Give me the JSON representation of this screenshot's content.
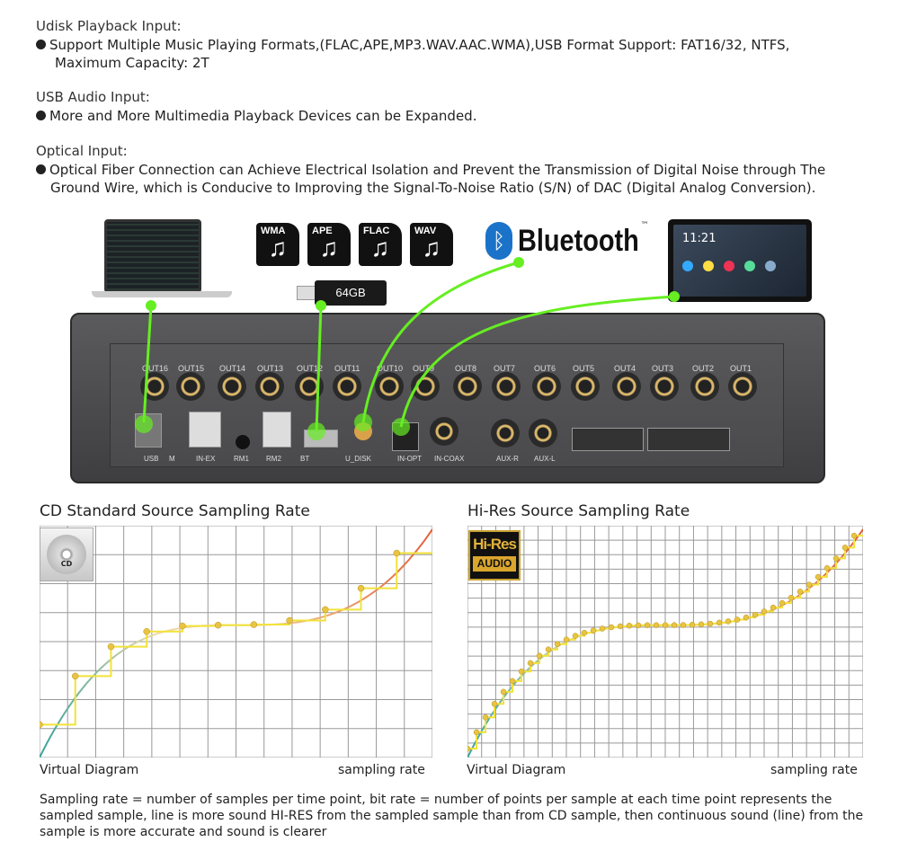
{
  "sections": [
    {
      "heading": "Udisk Playback Input:",
      "lines": [
        "Support Multiple Music Playing Formats,(FLAC,APE,MP3.WAV.AAC.WMA),USB Format Support: FAT16/32, NTFS,",
        "Maximum Capacity: 2T"
      ]
    },
    {
      "heading": "USB Audio Input:",
      "lines": [
        "More and More Multimedia Playback Devices can be Expanded."
      ]
    },
    {
      "heading": "Optical Input:",
      "lines": [
        "Optical Fiber Connection can Achieve Electrical Isolation and Prevent the Transmission of Digital Noise through The",
        "Ground Wire, which is Conducive to Improving the Signal-To-Noise Ratio (S/N) of DAC (Digital Analog Conversion)."
      ]
    }
  ],
  "devices": {
    "formats": [
      "WMA",
      "APE",
      "FLAC",
      "WAV"
    ],
    "usb_stick": "64GB",
    "bluetooth": "Bluetooth",
    "bluetooth_tm": "™",
    "head_unit_time": "11:21"
  },
  "amplifier": {
    "outputs": [
      "OUT16",
      "OUT15",
      "OUT14",
      "OUT13",
      "OUT12",
      "OUT11",
      "OUT10",
      "OUT9",
      "OUT8",
      "OUT7",
      "OUT6",
      "OUT5",
      "OUT4",
      "OUT3",
      "OUT2",
      "OUT1"
    ],
    "inputs": [
      "USB",
      "M",
      "IN-EX",
      "RM1",
      "RM2",
      "BT",
      "U_DISK",
      "IN-OPT",
      "IN-COAX",
      "AUX-R",
      "AUX-L"
    ]
  },
  "charts": [
    {
      "title": "CD Standard Source Sampling Rate",
      "badge": "CD",
      "left_caption": "Virtual Diagram",
      "right_caption": "sampling rate",
      "samples": 11,
      "cols": 14,
      "rows": 8
    },
    {
      "title": "Hi-Res Source Sampling Rate",
      "badge_top": "Hi-Res",
      "badge_bottom": "AUDIO",
      "left_caption": "Virtual Diagram",
      "right_caption": "sampling rate",
      "samples": 44,
      "cols": 28,
      "rows": 16
    }
  ],
  "footer": "Sampling rate = number of samples per time point, bit rate = number of points per sample at each time point represents the sampled sample, line is more sound HI-RES from the sampled sample than from CD sample, then continuous sound (line) from the sample is more accurate and sound is clearer",
  "colors": {
    "wire": "#66ee22",
    "step": "#f2e23a",
    "dot": "#e8c442",
    "panel": "#4a4a4c"
  }
}
